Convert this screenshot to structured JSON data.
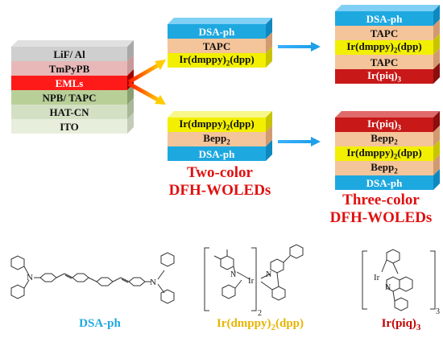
{
  "device_stack": {
    "layers": [
      "LiF/ Al",
      "TmPyPB",
      "EMLs",
      "NPB/ TAPC",
      "HAT-CN",
      "ITO"
    ]
  },
  "two_color": {
    "top_stack": [
      "DSA-ph",
      "TAPC",
      "Ir(dmppy)2(dpp)"
    ],
    "bottom_stack": [
      "Ir(dmppy)2(dpp)",
      "Bepp2",
      "DSA-ph"
    ],
    "caption_line1": "Two-color",
    "caption_line2": "DFH-WOLEDs"
  },
  "three_color": {
    "top_stack": [
      "DSA-ph",
      "TAPC",
      "Ir(dmppy)2(dpp)",
      "TAPC",
      "Ir(piq)3"
    ],
    "bottom_stack": [
      "Ir(piq)3",
      "Bepp2",
      "Ir(dmppy)2(dpp)",
      "Bepp2",
      "DSA-ph"
    ],
    "caption_line1": "Three-color",
    "caption_line2": "DFH-WOLEDs"
  },
  "molecules": {
    "dsa_ph": "DSA-ph",
    "ir_dmppy": "Ir(dmppy)2(dpp)",
    "ir_piq": "Ir(piq)3",
    "ir_atom": "Ir",
    "n_atom": "N",
    "subscript_2": "2",
    "subscript_3": "3"
  },
  "colors": {
    "blue": "#1ea8e0",
    "yellow": "#f2f000",
    "red": "#c81818",
    "orange_tapc": "#f4c49a",
    "caption_red": "#e01010",
    "label_blue": "#1ea8e0",
    "label_gold": "#e8b400",
    "label_red": "#c00000"
  }
}
